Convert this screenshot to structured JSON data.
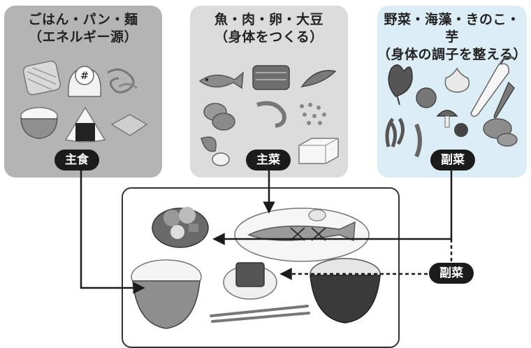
{
  "groups": [
    {
      "title_line1": "ごはん・パン・麺",
      "title_line2": "（エネルギー源）",
      "label": "主食"
    },
    {
      "title_line1": "魚・肉・卵・大豆",
      "title_line2": "（身体をつくる）",
      "label": "主菜"
    },
    {
      "title_line1": "野菜・海藻・きのこ・芋",
      "title_line2": "（身体の調子を整える）",
      "label": "副菜"
    }
  ],
  "meal_side_label": "副菜",
  "colors": {
    "staple_panel": "#b4b4b4",
    "main_panel": "#dcdcdc",
    "side_panel": "#dcedf6",
    "label_pill": "#1b1b1b"
  }
}
